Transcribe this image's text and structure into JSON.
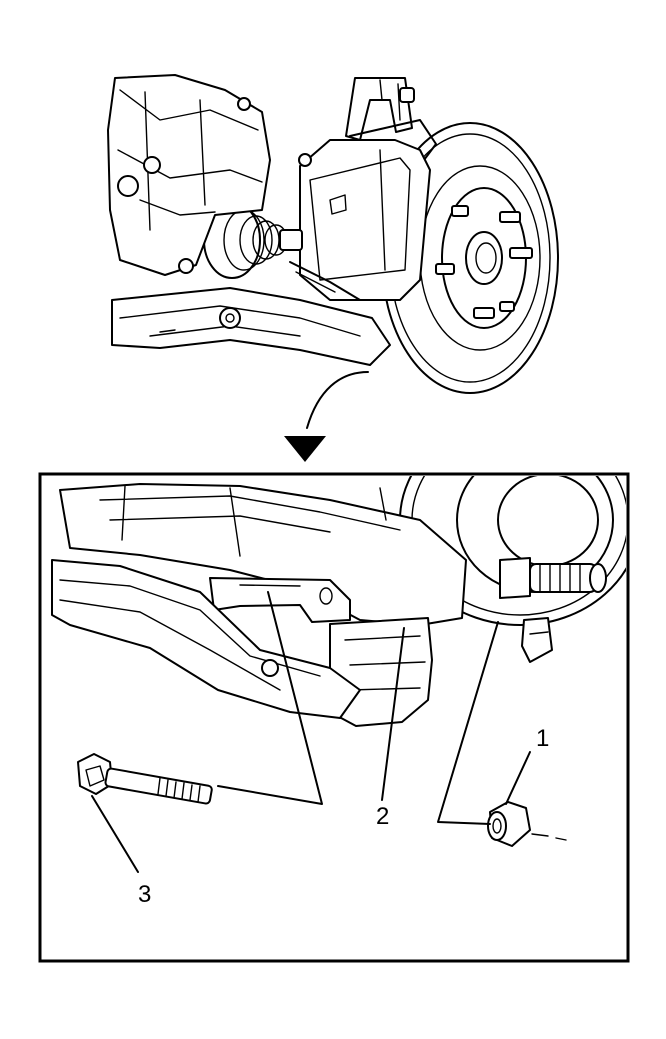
{
  "callouts": [
    {
      "id": "1",
      "label": "1",
      "part": "nut"
    },
    {
      "id": "2",
      "label": "2",
      "part": "ball-joint"
    },
    {
      "id": "3",
      "label": "3",
      "part": "bolt"
    }
  ],
  "icons": [
    "curved-arrow-icon"
  ],
  "colors": {
    "line": "#000000",
    "background": "#ffffff"
  }
}
